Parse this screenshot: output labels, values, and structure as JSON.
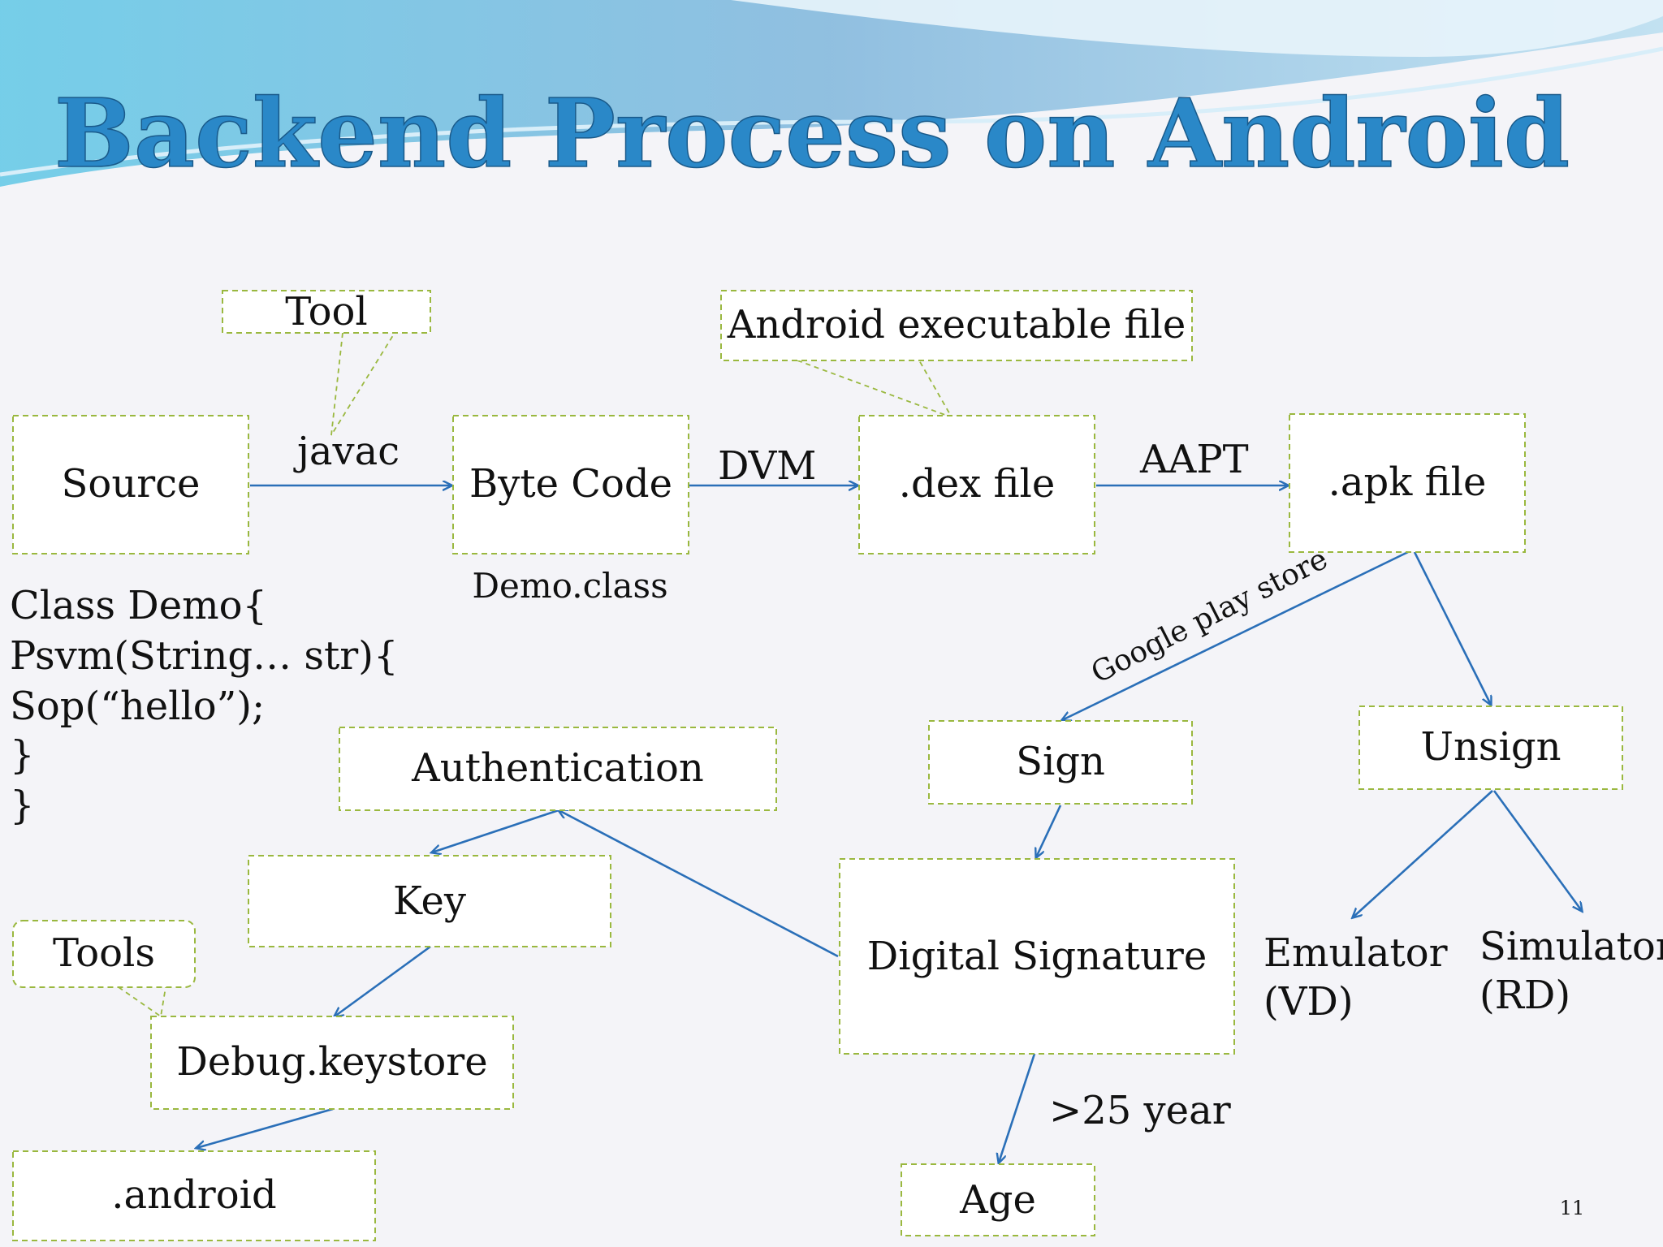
{
  "slide": {
    "title": "Backend Process on Android",
    "page_number": "11"
  },
  "diagram": {
    "boxes": {
      "source": "Source",
      "byte_code": "Byte Code",
      "dex_file": ".dex file",
      "apk_file": ".apk file",
      "sign": "Sign",
      "unsign": "Unsign",
      "authentication": "Authentication",
      "key": "Key",
      "digital_signature": "Digital Signature",
      "debug_keystore": "Debug.keystore",
      "android_dir": ".android",
      "age": "Age"
    },
    "callouts": {
      "tool": "Tool",
      "android_executable": "Android executable file",
      "tools": "Tools"
    },
    "edge_labels": {
      "javac": "javac",
      "dvm": "DVM",
      "aapt": "AAPT",
      "google_play": "Google play store",
      "years": ">25 year"
    },
    "notes": {
      "demo_class": "Demo.class",
      "emulator_line1": "Emulator",
      "emulator_line2": "(VD)",
      "simulator_line1": "Simulator",
      "simulator_line2": "(RD)"
    },
    "code_lines": [
      "Class Demo{",
      "Psvm(String… str){",
      "Sop(“hello”);",
      "}",
      "}"
    ]
  },
  "colors": {
    "title": "#2a88c8",
    "arrow": "#2a6fb8",
    "box_border": "#9ab83f",
    "header_wave": "#6fb3dc"
  }
}
